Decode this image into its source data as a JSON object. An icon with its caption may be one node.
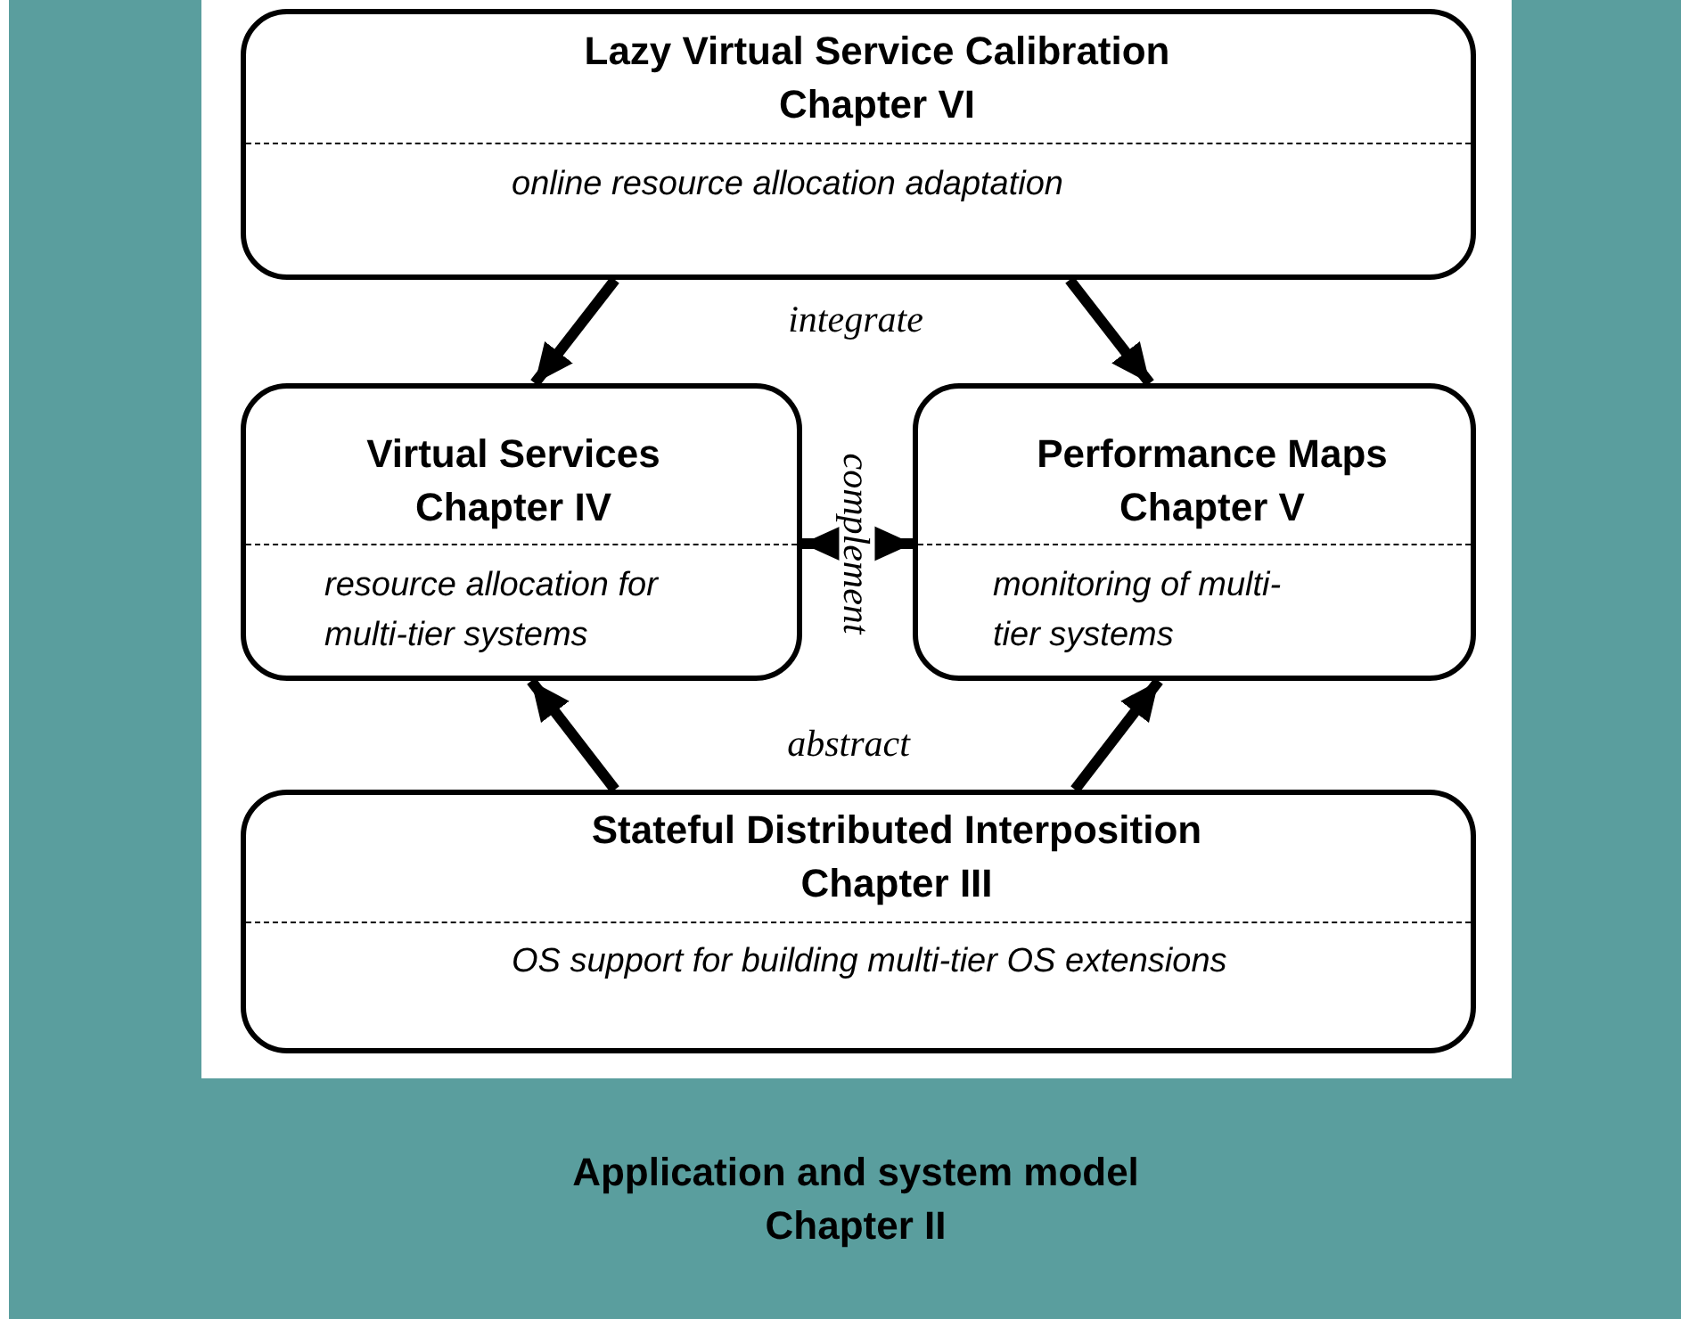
{
  "diagram": {
    "nodes": [
      {
        "text": [
          "Application and system model",
          "Chapter II"
        ]
      },
      {
        "text": [
          "Lazy Virtual Service Calibration",
          "Chapter VI",
          "online resource allocation adaptation"
        ],
        "in": 0
      },
      {
        "text": [
          "Virtual Services",
          "Chapter IV",
          "resource allocation for multi-tier systems"
        ],
        "in": 0
      },
      {
        "text": [
          "Performance Maps",
          "Chapter V",
          "monitoring of multi-tier systems"
        ],
        "in": 0
      },
      {
        "text": [
          "Stateful Distributed Interposition",
          "Chapter III",
          "OS support for building multi-tier OS extensions"
        ],
        "in": 0
      }
    ],
    "edges": [
      {
        "from": 1,
        "to": 2,
        "arrow": "to"
      },
      {
        "from": 1,
        "to": 3,
        "arrow": "to"
      },
      {
        "from": 2,
        "to": 3,
        "arrow": "both",
        "label": "complement"
      },
      {
        "from": 4,
        "to": 2,
        "arrow": "to"
      },
      {
        "from": 4,
        "to": 3,
        "arrow": "to"
      }
    ],
    "labels": [
      "integrate",
      "abstract"
    ]
  }
}
